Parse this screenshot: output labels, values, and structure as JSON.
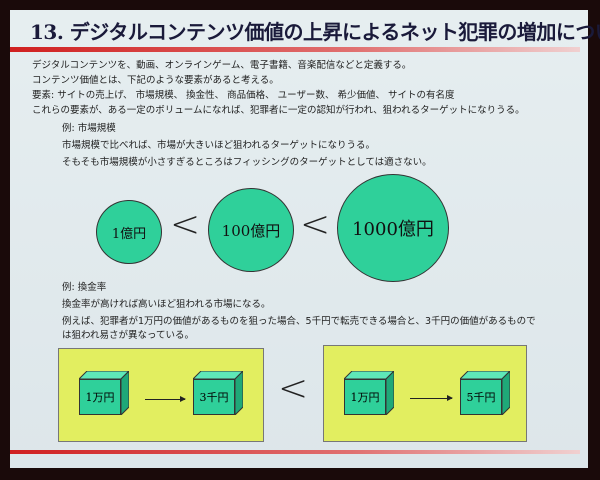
{
  "title": {
    "number": "13.",
    "text": "デジタルコンテンツ価値の上昇によるネット犯罪の増加につい"
  },
  "intro": [
    "デジタルコンテンツを、動画、オンラインゲーム、電子書籍、音楽配信などと定義する。",
    "コンテンツ価値とは、下記のような要素があると考える。",
    "要素:  サイトの売上げ、 市場規模、 換金性、 商品価格、 ユーザー数、 希少価値、 サイトの有名度",
    "これらの要素が、ある一定のボリュームになれば、犯罪者に一定の認知が行われ、狙われるターゲットになりうる。"
  ],
  "example1": {
    "heading": "例: 市場規模",
    "lines": [
      "市場規模で比べれば、市場が大きいほど狙われるターゲットになりうる。",
      "そもそも市場規模が小さすぎるところはフィッシングのターゲットとしては適さない。"
    ],
    "circles": [
      "1億円",
      "100億円",
      "1000億円"
    ],
    "comparator": "<"
  },
  "example2": {
    "heading": "例: 換金率",
    "lines": [
      "換金率が高ければ高いほど狙われる市場になる。",
      "例えば、犯罪者が1万円の価値があるものを狙った場合、5千円で転売できる場合と、3千円の価値があるもので",
      "は狙われ易さが異なっている。"
    ],
    "left": {
      "from": "1万円",
      "to": "3千円"
    },
    "right": {
      "from": "1万円",
      "to": "5千円"
    },
    "comparator": "<"
  },
  "colors": {
    "accent": "#d02020",
    "circle": "#2fd09a",
    "panel": "#e2ee60"
  }
}
